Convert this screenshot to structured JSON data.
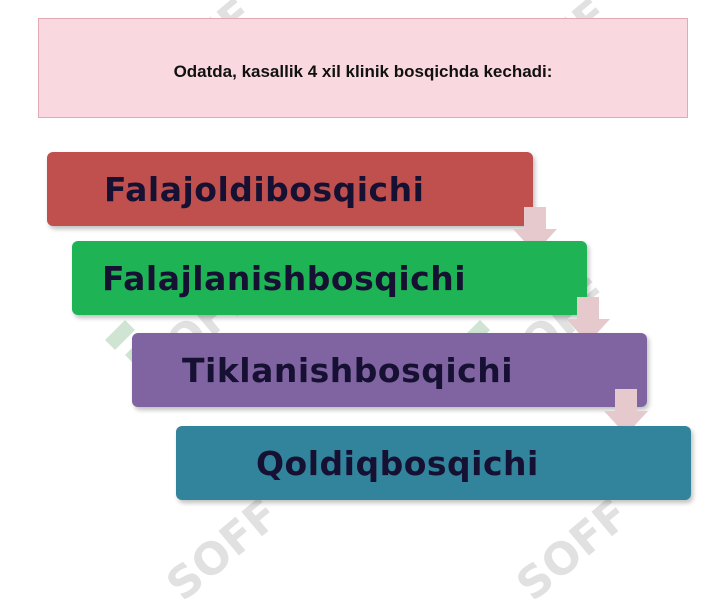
{
  "slide": {
    "title": "Odatda, kasallik 4 xil klinik bosqichda kechadi:",
    "stages": [
      {
        "label": "Falajoldibosqichi",
        "color": "#c0504d"
      },
      {
        "label": "Falajlanishbosqichi",
        "color": "#1eb455"
      },
      {
        "label": "Tiklanishbosqichi",
        "color": "#8064a2"
      },
      {
        "label": "Qoldiqbosqichi",
        "color": "#31849b"
      }
    ],
    "arrow_color": "#e6c9cc"
  },
  "watermark": {
    "text": "SOFF",
    "icon": "soff-logo-icon"
  }
}
